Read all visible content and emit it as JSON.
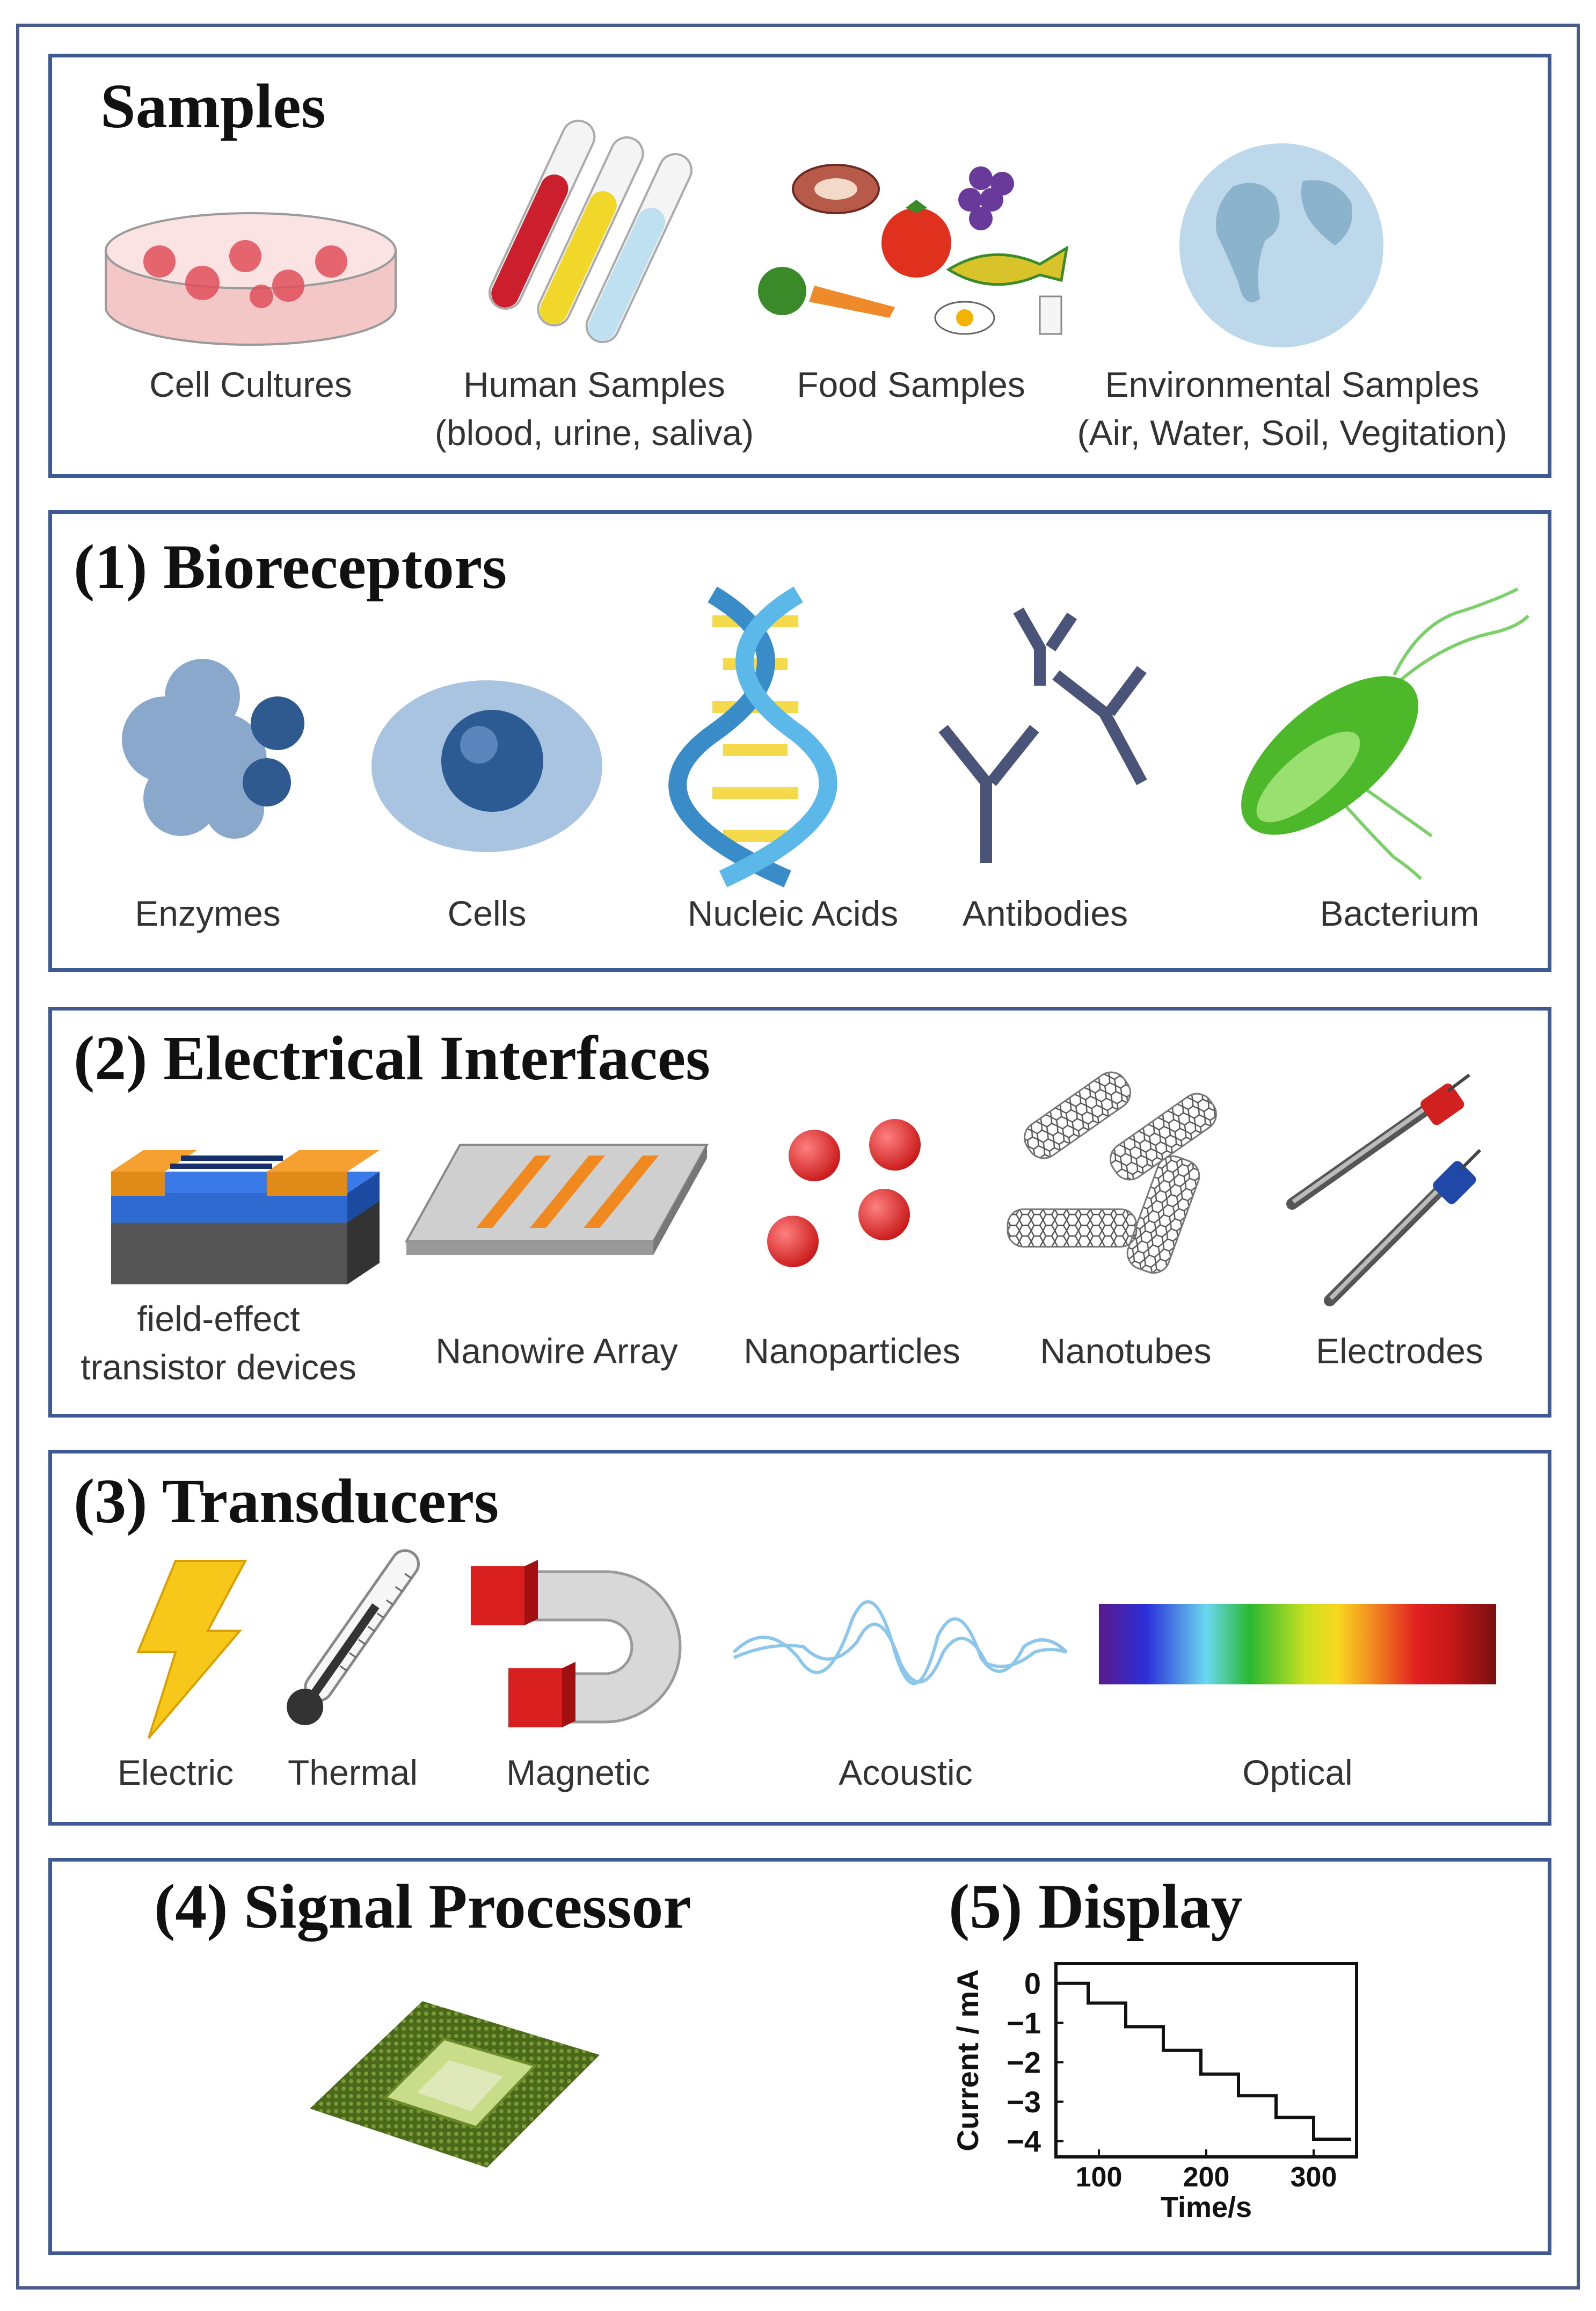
{
  "samples": {
    "title": "Samples",
    "items": [
      {
        "label": "Cell Cultures",
        "sub": ""
      },
      {
        "label": "Human Samples",
        "sub": "(blood, urine, saliva)"
      },
      {
        "label": "Food Samples",
        "sub": ""
      },
      {
        "label": "Environmental Samples",
        "sub": "(Air, Water,  Soil, Vegitation)"
      }
    ]
  },
  "bioreceptors": {
    "title": "(1) Bioreceptors",
    "items": [
      "Enzymes",
      "Cells",
      "Nucleic Acids",
      "Antibodies",
      "Bacterium"
    ]
  },
  "interfaces": {
    "title": "(2) Electrical Interfaces",
    "items": [
      {
        "label": "field-effect",
        "sub": "transistor devices"
      },
      {
        "label": "Nanowire Array",
        "sub": ""
      },
      {
        "label": "Nanoparticles",
        "sub": ""
      },
      {
        "label": "Nanotubes",
        "sub": ""
      },
      {
        "label": "Electrodes",
        "sub": ""
      }
    ]
  },
  "transducers": {
    "title": "(3) Transducers",
    "items": [
      "Electric",
      "Thermal",
      "Magnetic",
      "Acoustic",
      "Optical"
    ]
  },
  "processor": {
    "title": "(4) Signal Processor"
  },
  "display": {
    "title": "(5) Display"
  },
  "chart_data": {
    "type": "line",
    "title": "",
    "xlabel": "Time/s",
    "ylabel": "Current / mA",
    "xlim": [
      60,
      340
    ],
    "ylim": [
      -4.4,
      0.5
    ],
    "xticks": [
      100,
      200,
      300
    ],
    "yticks": [
      0,
      -1,
      -2,
      -3,
      -4
    ],
    "grid": false,
    "series": [
      {
        "x": [
          60,
          90,
          90,
          125,
          125,
          160,
          160,
          195,
          195,
          230,
          230,
          265,
          265,
          300,
          300,
          335
        ],
        "y": [
          0,
          0,
          -0.5,
          -0.5,
          -1.1,
          -1.1,
          -1.7,
          -1.7,
          -2.3,
          -2.3,
          -2.85,
          -2.85,
          -3.4,
          -3.4,
          -3.95,
          -3.95
        ]
      }
    ]
  },
  "colors": {
    "frame": "#4a5a8a",
    "panel_border": "#3f5a92"
  }
}
